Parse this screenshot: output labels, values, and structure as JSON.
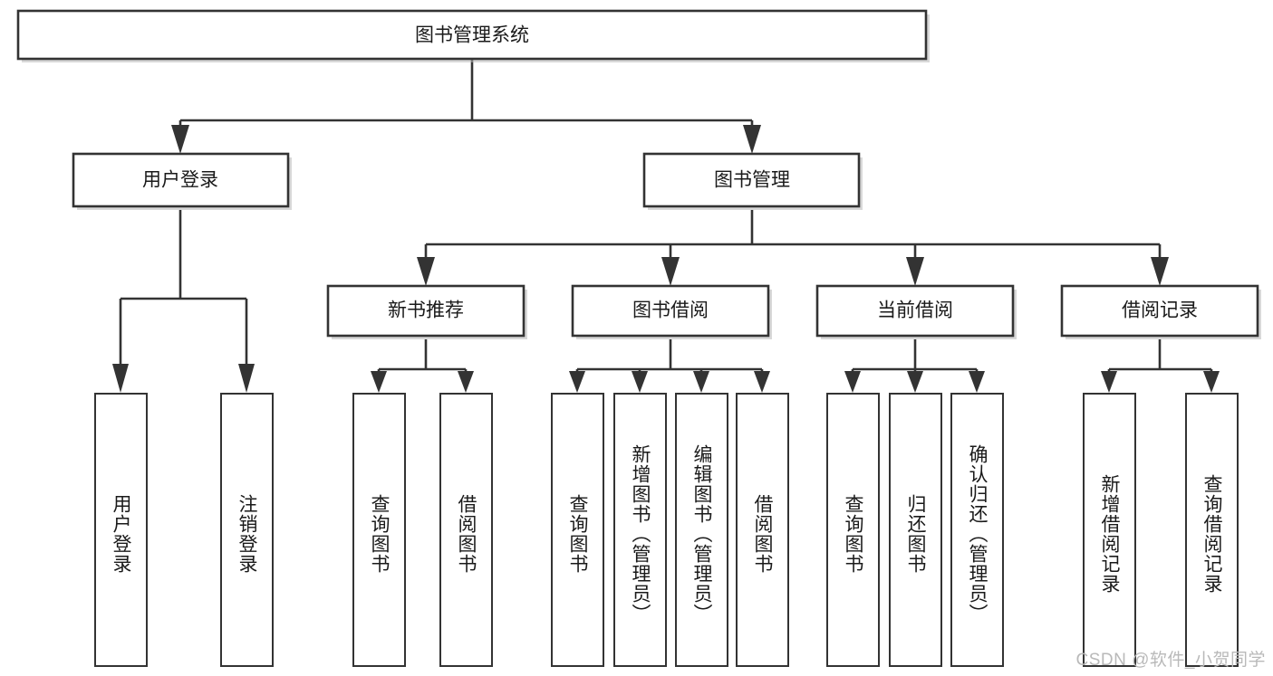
{
  "diagram": {
    "title": "图书管理系统",
    "type": "hierarchy-tree",
    "watermark": "CSDN @软件_小贺同学",
    "colors": {
      "box_border": "#333333",
      "box_fill": "#ffffff",
      "connector": "#333333",
      "text": "#1a1a1a",
      "watermark": "#b9b9b9",
      "background": "#ffffff"
    },
    "root": {
      "label": "图书管理系统"
    },
    "level2": [
      {
        "label": "用户登录"
      },
      {
        "label": "图书管理"
      }
    ],
    "level3": [
      {
        "label": "新书推荐"
      },
      {
        "label": "图书借阅"
      },
      {
        "label": "当前借阅"
      },
      {
        "label": "借阅记录"
      }
    ],
    "leaves": {
      "user_login": [
        {
          "label": "用户登录"
        },
        {
          "label": "注销登录"
        }
      ],
      "new_book_recommend": [
        {
          "label": "查询图书"
        },
        {
          "label": "借阅图书"
        }
      ],
      "book_borrow": [
        {
          "label": "查询图书"
        },
        {
          "label": "新增图书（管理员）"
        },
        {
          "label": "编辑图书（管理员）"
        },
        {
          "label": "借阅图书"
        }
      ],
      "current_borrow": [
        {
          "label": "查询图书"
        },
        {
          "label": "归还图书"
        },
        {
          "label": "确认归还（管理员）"
        }
      ],
      "borrow_record": [
        {
          "label": "新增借阅记录"
        },
        {
          "label": "查询借阅记录"
        }
      ]
    }
  }
}
